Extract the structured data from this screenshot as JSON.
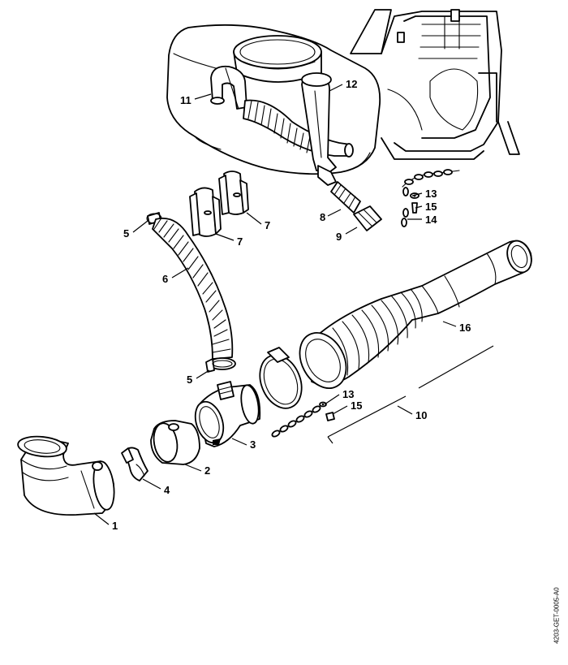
{
  "diagram": {
    "labels": {
      "p1": "1",
      "p2": "2",
      "p3": "3",
      "p4": "4",
      "p5a": "5",
      "p5b": "5",
      "p6": "6",
      "p7a": "7",
      "p7b": "7",
      "p8": "8",
      "p9": "9",
      "p10": "10",
      "p11": "11",
      "p12": "12",
      "p13a": "13",
      "p13b": "13",
      "p14": "14",
      "p15a": "15",
      "p15b": "15",
      "p16": "16"
    },
    "drawing_code": "4203-GET-0005-A0"
  }
}
